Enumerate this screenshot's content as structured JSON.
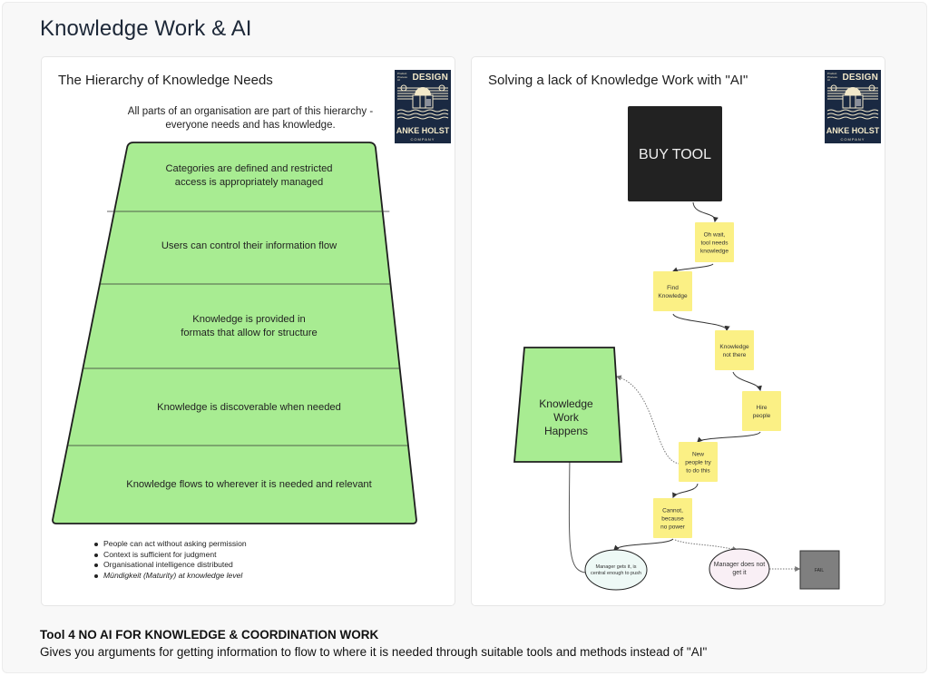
{
  "page": {
    "title": "Knowledge Work & AI"
  },
  "logo": {
    "small_text": "Product Process AI",
    "top": "DESIGN",
    "name": "ANKE HOLST",
    "company": "COMPANY"
  },
  "left_card": {
    "title": "The Hierarchy of Knowledge Needs",
    "subtitle": "All parts of an organisation are part of this hierarchy - everyone needs and has knowledge.",
    "pyramid_levels": [
      "Categories are defined and restricted access is appropriately managed",
      "Users can control their information flow",
      "Knowledge is provided in formats that allow for structure",
      "Knowledge is discoverable when needed",
      "Knowledge flows to wherever it is needed and relevant"
    ],
    "pyramid_lines": [
      [
        "Categories are defined and restricted",
        "access is appropriately managed"
      ],
      [
        "Users can control their information flow"
      ],
      [
        "Knowledge is provided in",
        "formats that allow for structure"
      ],
      [
        "Knowledge is discoverable when needed"
      ],
      [
        "Knowledge flows to wherever it is needed and relevant"
      ]
    ],
    "colors": {
      "pyramid_fill": "#a8ec92",
      "pyramid_stroke": "#1e1e1e"
    },
    "bullets": [
      {
        "text": "People can act without asking permission",
        "italic": false
      },
      {
        "text": "Context is sufficient for judgment",
        "italic": false
      },
      {
        "text": "Organisational intelligence distributed",
        "italic": false
      },
      {
        "text": "Mündigkeit (Maturity) at knowledge level",
        "italic": true
      }
    ]
  },
  "right_card": {
    "title": "Solving a lack of Knowledge Work with \"AI\"",
    "buy_tool": "BUY TOOL",
    "knowledge_work": [
      "Knowledge",
      "Work",
      "Happens"
    ],
    "stickies": [
      {
        "id": "oh-wait",
        "lines": [
          "Oh wait,",
          "tool needs",
          "knowledge"
        ]
      },
      {
        "id": "find-knowledge",
        "lines": [
          "Find",
          "Knowledge"
        ]
      },
      {
        "id": "knowledge-not-there",
        "lines": [
          "Knowledge",
          "not there"
        ]
      },
      {
        "id": "hire-people",
        "lines": [
          "Hire",
          "people"
        ]
      },
      {
        "id": "new-people",
        "lines": [
          "New",
          "people try",
          "to do this"
        ]
      },
      {
        "id": "cannot",
        "lines": [
          "Cannot,",
          "because",
          "no power"
        ]
      }
    ],
    "manager_gets_it": [
      "Manager gets it, is",
      "central enough to push"
    ],
    "manager_not": [
      "Manager does not",
      "get it"
    ],
    "fail": "FAIL",
    "colors": {
      "buy_tool_bg": "#222222",
      "sticky": "#fbf085",
      "green": "#a8ec92",
      "manager_gets_bg": "#eef9f6",
      "manager_not_bg": "#f9eff5",
      "fail_bg": "#7f7f7f"
    }
  },
  "footer": {
    "title": "Tool 4 NO AI FOR KNOWLEDGE & COORDINATION WORK",
    "description": "Gives you arguments for getting information to flow to where it is needed through suitable tools and methods instead of \"AI\""
  }
}
